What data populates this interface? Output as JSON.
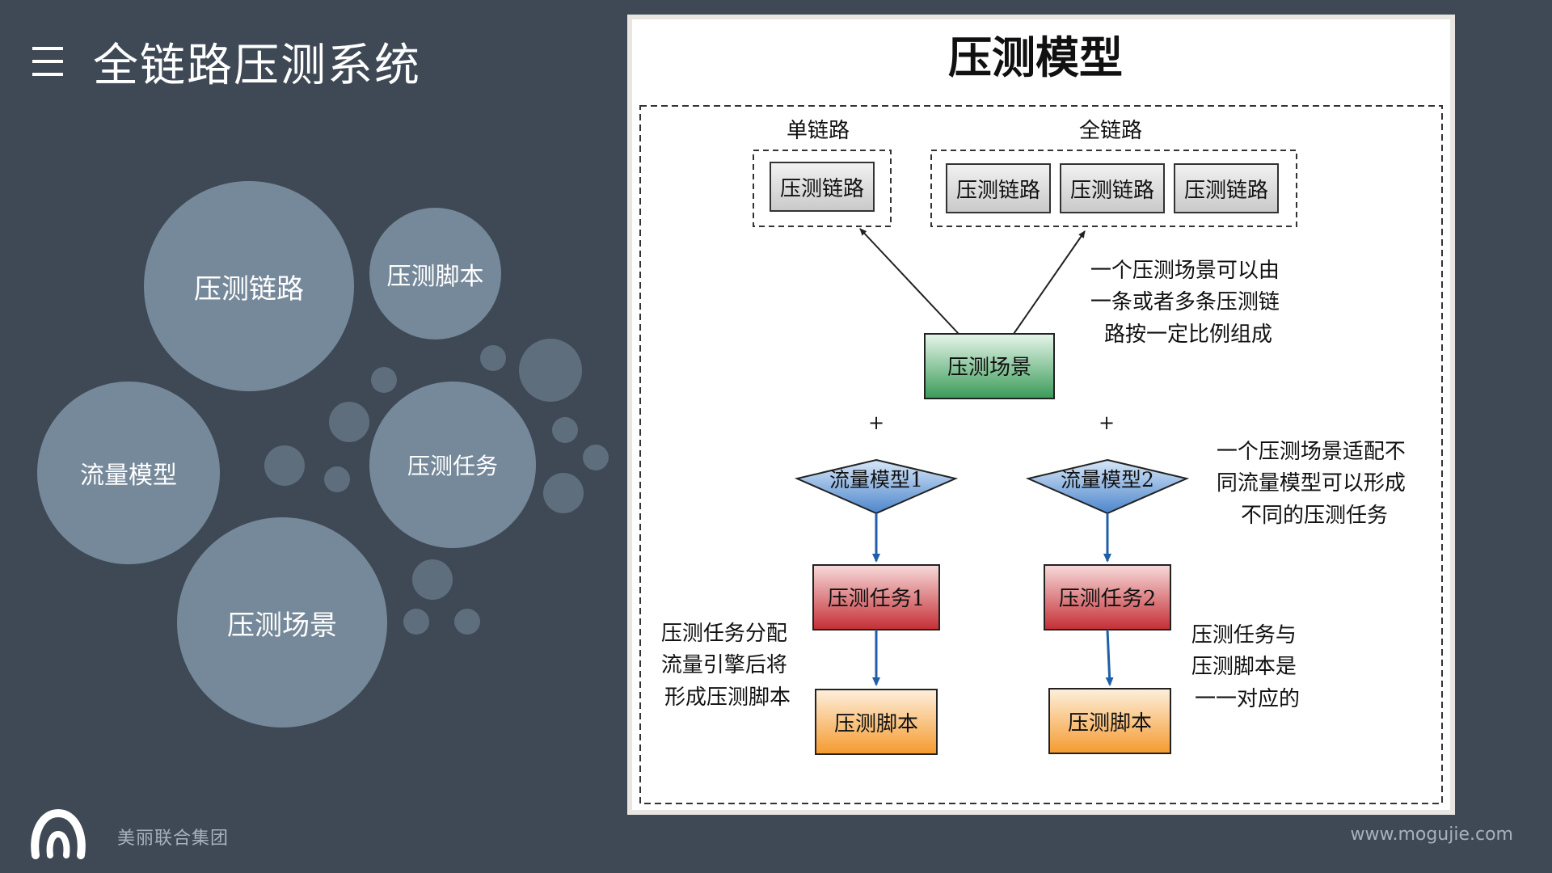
{
  "header": {
    "title": "全链路压测系统"
  },
  "bubbles": [
    {
      "label": "压测链路"
    },
    {
      "label": "压测脚本"
    },
    {
      "label": "流量模型"
    },
    {
      "label": "压测任务"
    },
    {
      "label": "压测场景"
    }
  ],
  "footer": {
    "company": "美丽联合集团",
    "website": "www.mogujie.com"
  },
  "diagram": {
    "title": "压测模型",
    "single_chain_label": "单链路",
    "full_chain_label": "全链路",
    "chain_box_label": "压测链路",
    "scene_label": "压测场景",
    "plus": "+",
    "traffic_model_1": "流量模型1",
    "traffic_model_2": "流量模型2",
    "task_1": "压测任务1",
    "task_2": "压测任务2",
    "script_label": "压测脚本",
    "note_scene": [
      "一个压测场景可以由",
      "一条或者多条压测链",
      "路按一定比例组成"
    ],
    "note_model": [
      "一个压测场景适配不",
      "同流量模型可以形成",
      "不同的压测任务"
    ],
    "note_engine": [
      "压测任务分配",
      "流量引擎后将",
      "形成压测脚本"
    ],
    "note_onetoone": [
      "压测任务与",
      "压测脚本是",
      "一一对应的"
    ]
  },
  "colors": {
    "background": "#3e4955",
    "bubble": "#76899a",
    "dot": "#5f6e7c",
    "chain_box": "#d8d8d8",
    "scene_box": "#3fa05e",
    "diamond": "#5b8fd0",
    "task_box": "#c8353a",
    "script_box": "#f7a23c"
  }
}
